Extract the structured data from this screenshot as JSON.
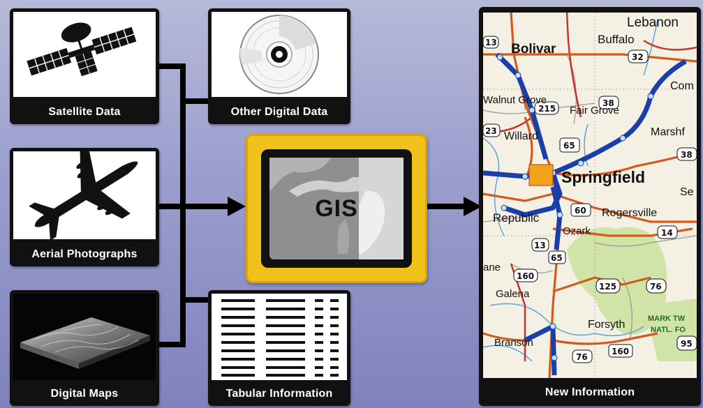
{
  "sources": {
    "satellite": "Satellite Data",
    "other_digital": "Other Digital Data",
    "aerial": "Aerial Photographs",
    "digital_maps": "Digital Maps",
    "tabular": "Tabular Information"
  },
  "center": {
    "label": "GIS"
  },
  "output": {
    "label": "New Information"
  },
  "map": {
    "places": [
      "Lebanon",
      "Bolivar",
      "Buffalo",
      "Walnut Grove",
      "Fair Grove",
      "Willard",
      "Marshf",
      "Springfield",
      "Republic",
      "Rogersville",
      "Ozark",
      "Galena",
      "Forsyth",
      "Branson",
      "MARK TW",
      "NATL. FO",
      "Com",
      "Se",
      "ane"
    ],
    "route_shields": [
      "13",
      "32",
      "215",
      "38",
      "65",
      "60",
      "14",
      "160",
      "125",
      "76",
      "95",
      "23"
    ],
    "colors": {
      "interstate": "#1a3fa8",
      "us_route": "#d35a1a",
      "state_route": "#c9342a",
      "forest": "#cfe4a6",
      "water": "#5aa5d8"
    }
  },
  "colors": {
    "card": "#111111",
    "gis_frame": "#f1c21b",
    "connector": "#000000"
  }
}
